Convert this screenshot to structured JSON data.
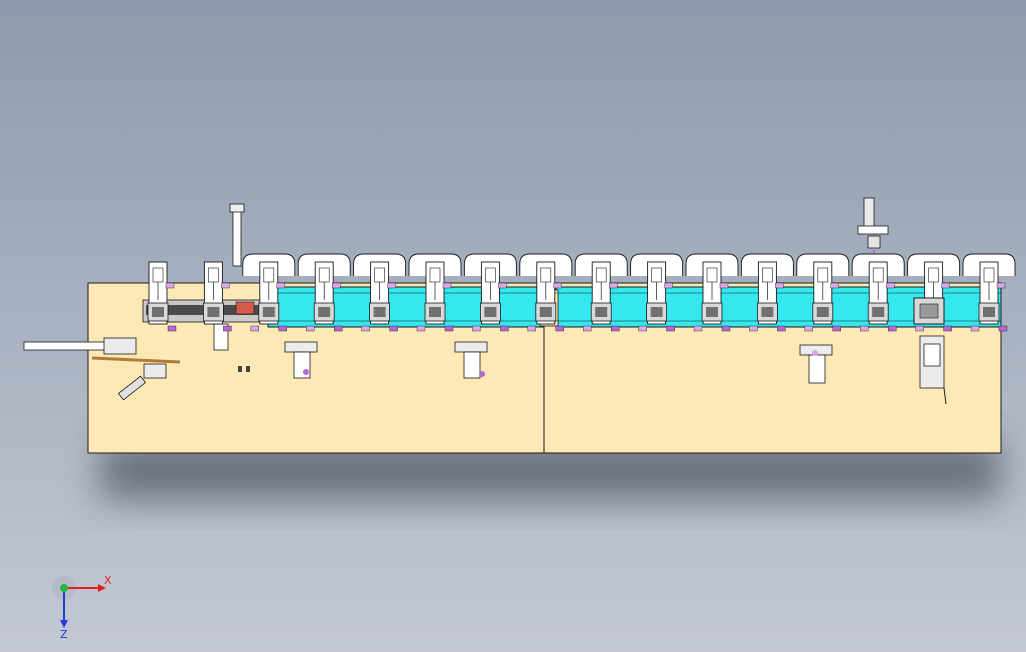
{
  "viewport": {
    "background_top": "#8e9aab",
    "background_bottom": "#c3c8d4"
  },
  "model": {
    "base_color": "#fde9b5",
    "conveyor_color": "#33e8ee",
    "accent_pink": "#d9a6e6",
    "accent_violet": "#b467d6",
    "line_color": "#1a1a1a",
    "station_count": 16
  },
  "axis_triad": {
    "x_label": "X",
    "z_label": "Z",
    "x_color": "#e02020",
    "y_color": "#22b83a",
    "z_color": "#1c3cd8"
  }
}
